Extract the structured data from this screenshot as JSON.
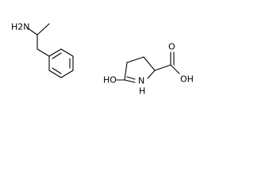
{
  "molecule_1": {
    "amine_label": "H2N"
  },
  "molecule_2": {
    "hydroxyl_label": "HO",
    "ring_nitrogen_label": "N",
    "ring_nh_hydrogen_label": "H",
    "acid_oxygen_label": "O",
    "acid_hydroxyl_label": "OH"
  },
  "colors": {
    "bond": "#000000",
    "background": "#ffffff"
  }
}
